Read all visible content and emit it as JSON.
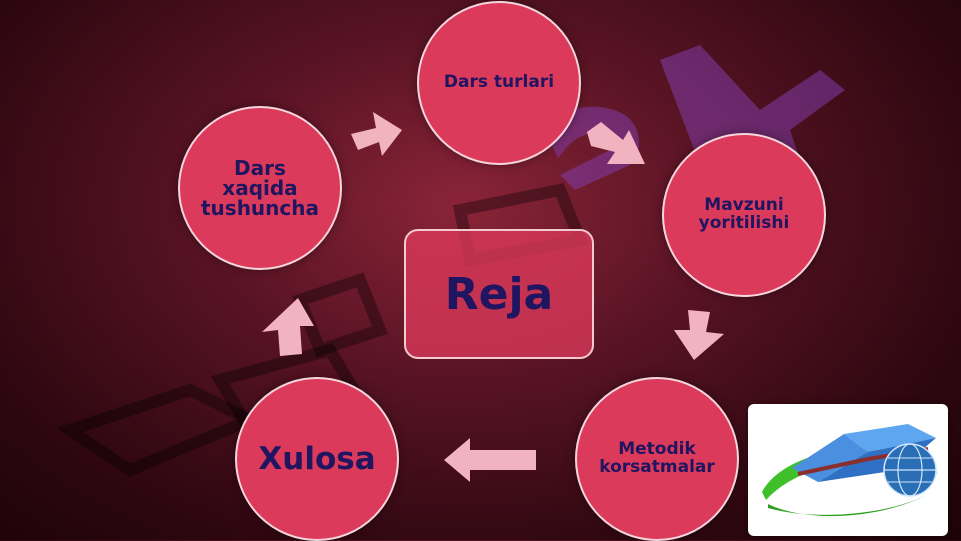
{
  "diagram": {
    "center_label": "Reja",
    "nodes": [
      {
        "id": "dars-turlari",
        "label": "Dars turlari"
      },
      {
        "id": "mavzuni-yoritilishi",
        "label": "Mavzuni\nyoritilishi"
      },
      {
        "id": "metodik-korsatmalar",
        "label": "Metodik\nkorsatmalar"
      },
      {
        "id": "xulosa",
        "label": "Xulosa"
      },
      {
        "id": "dars-xaqida-tushuncha",
        "label": "Dars\nxaqida\ntushuncha"
      }
    ]
  },
  "colors": {
    "node_fill": "#dc3a5b",
    "node_text": "#1f1560",
    "arrow": "#f2b3c0",
    "background": "#5a1424"
  },
  "icons": [
    "book-globe-logo-icon"
  ]
}
